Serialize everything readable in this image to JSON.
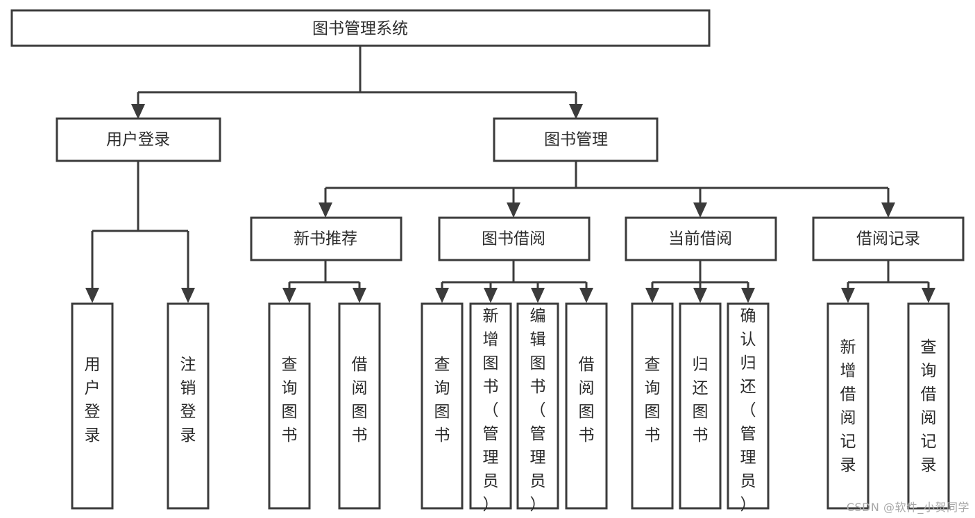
{
  "diagram": {
    "type": "tree",
    "title": "图书管理系统",
    "watermark": "CSDN @软件_小贺同学",
    "colors": {
      "box_stroke": "#3b3b3b",
      "box_fill": "#ffffff",
      "text": "#2a2a2a",
      "connector": "#3b3b3b",
      "watermark": "#a8a8a8"
    },
    "levels": {
      "root": {
        "label": "图书管理系统"
      },
      "level2": [
        {
          "label": "用户登录"
        },
        {
          "label": "图书管理"
        }
      ],
      "level3": [
        {
          "label": "新书推荐"
        },
        {
          "label": "图书借阅"
        },
        {
          "label": "当前借阅"
        },
        {
          "label": "借阅记录"
        }
      ],
      "leaves": [
        {
          "label": "用户登录",
          "parent": "用户登录"
        },
        {
          "label": "注销登录",
          "parent": "用户登录"
        },
        {
          "label": "查询图书",
          "parent": "新书推荐"
        },
        {
          "label": "借阅图书",
          "parent": "新书推荐"
        },
        {
          "label": "查询图书",
          "parent": "图书借阅"
        },
        {
          "label": "新增图书（管理员）",
          "parent": "图书借阅"
        },
        {
          "label": "编辑图书（管理员）",
          "parent": "图书借阅"
        },
        {
          "label": "借阅图书",
          "parent": "图书借阅"
        },
        {
          "label": "查询图书",
          "parent": "当前借阅"
        },
        {
          "label": "归还图书",
          "parent": "当前借阅"
        },
        {
          "label": "确认归还（管理员）",
          "parent": "当前借阅"
        },
        {
          "label": "新增借阅记录",
          "parent": "借阅记录"
        },
        {
          "label": "查询借阅记录",
          "parent": "借阅记录"
        }
      ]
    }
  }
}
